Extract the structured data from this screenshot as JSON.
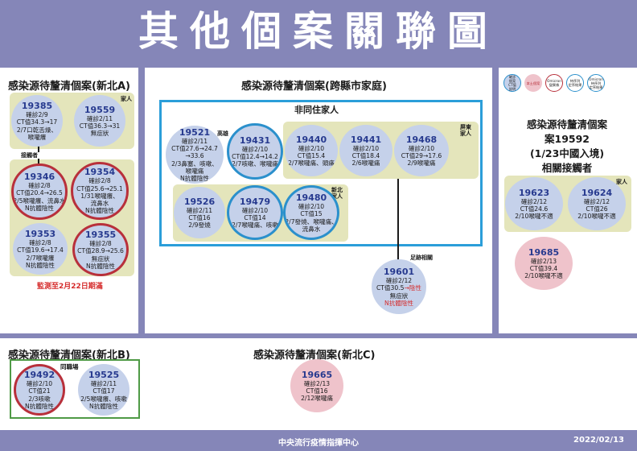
{
  "title": "其他個案關聯圖",
  "sections": {
    "a": {
      "header": "感染源待釐清個案(新北A)",
      "note": "監測至2月22日期滿",
      "family_tag": "家人",
      "contact_tag": "接觸者"
    },
    "b": {
      "header": "感染源待釐清個案(跨縣市家庭)",
      "non_cohabit": "非同住家人",
      "kaohsiung_tag": "高雄",
      "pingtung_tag": "屏東\n家人",
      "newtaipei_tag": "新北\n家人",
      "footprint_tag": "足跡相關"
    },
    "c": {
      "header": "感染源待釐清個案\n案19592\n(1/23中國入境)\n相關接觸者",
      "family_tag": "家人"
    },
    "d": {
      "header": "感染源待釐清個案(新北B)",
      "coworker_tag": "同職場"
    },
    "e": {
      "header": "感染源待釐清個案(新北C)"
    }
  },
  "legend": [
    {
      "label": "確診\n個案\nCT值\n說明",
      "color": "#c5d1ea",
      "border": "#2b90cc"
    },
    {
      "label": "本土個案",
      "color": "#efc3cb",
      "border": "#efc3cb"
    },
    {
      "label": "Omicron\n變異株",
      "color": "#ffffff",
      "border": "#b8303b"
    },
    {
      "label": "待序列\n定序結果",
      "color": "#ffffff",
      "border": "#2b90cc"
    },
    {
      "label": "Omicron\n待序列\n定序結果",
      "color": "#ffffff",
      "border": "#2b90cc"
    }
  ],
  "cases": {
    "c19385": {
      "id": "19385",
      "l1": "確診2/9",
      "l2": "CT值34.3→17",
      "l3": "2/7口乾舌燥、",
      "l4": "喉嚨癢"
    },
    "c19559": {
      "id": "19559",
      "l1": "確診2/11",
      "l2": "CT值36.3→31",
      "l3": "無症狀"
    },
    "c19346": {
      "id": "19346",
      "l1": "確診2/8",
      "l2": "CT值20.4→26.5",
      "l3": "2/5喉嚨癢、流鼻水",
      "l4": "N抗體陰性"
    },
    "c19354": {
      "id": "19354",
      "l1": "確診2/8",
      "l2": "CT值25.6→25.1",
      "l3": "1/31喉嚨癢、",
      "l4": "流鼻水",
      "l5": "N抗體陰性"
    },
    "c19353": {
      "id": "19353",
      "l1": "確診2/8",
      "l2": "CT值19.6→17.4",
      "l3": "2/7喉嚨癢",
      "l4": "N抗體陰性"
    },
    "c19355": {
      "id": "19355",
      "l1": "確診2/8",
      "l2": "CT值28.9→25.6",
      "l3": "無症狀",
      "l4": "N抗體陰性"
    },
    "c19521": {
      "id": "19521",
      "l1": "確診2/11",
      "l2": "CT值27.6→24.7",
      "l3": "→33.6",
      "l4": "2/3鼻塞、咳嗽、",
      "l5": "喉嚨痛",
      "l6": "N抗體陰性"
    },
    "c19431": {
      "id": "19431",
      "l1": "確診2/10",
      "l2": "CT值12.4→14.2",
      "l3": "2/7咳嗽、喉嚨痛"
    },
    "c19440": {
      "id": "19440",
      "l1": "確診2/10",
      "l2": "CT值15.4",
      "l3": "2/7喉嚨痛、頭痛"
    },
    "c19441": {
      "id": "19441",
      "l1": "確診2/10",
      "l2": "CT值18.4",
      "l3": "2/6喉嚨痛"
    },
    "c19468": {
      "id": "19468",
      "l1": "確診2/10",
      "l2": "CT值29→17.6",
      "l3": "2/9喉嚨痛"
    },
    "c19526": {
      "id": "19526",
      "l1": "確診2/11",
      "l2": "CT值16",
      "l3": "2/9發燒"
    },
    "c19479": {
      "id": "19479",
      "l1": "確診2/10",
      "l2": "CT值14",
      "l3": "2/7喉嚨痛、咳嗽"
    },
    "c19480": {
      "id": "19480",
      "l1": "確診2/10",
      "l2": "CT值15",
      "l3": "2/7發燒、喉嚨痛、",
      "l4": "流鼻水"
    },
    "c19601": {
      "id": "19601",
      "l1": "確診2/12",
      "l2a": "CT值30.5",
      "l2b": "→陰性",
      "l3": "無症狀",
      "l4": "N抗體陰性"
    },
    "c19623": {
      "id": "19623",
      "l1": "確診2/12",
      "l2": "CT值24.6",
      "l3": "2/10喉嚨不適"
    },
    "c19624": {
      "id": "19624",
      "l1": "確診2/12",
      "l2": "CT值26",
      "l3": "2/10喉嚨不適"
    },
    "c19685": {
      "id": "19685",
      "l1": "確診2/13",
      "l2": "CT值39.4",
      "l3": "2/10喉嚨不適"
    },
    "c19492": {
      "id": "19492",
      "l1": "確診2/10",
      "l2": "CT值21",
      "l3": "2/3咳嗽",
      "l4": "N抗體陰性"
    },
    "c19525": {
      "id": "19525",
      "l1": "確診2/11",
      "l2": "CT值17",
      "l3": "2/5喉嚨癢、咳嗽",
      "l4": "N抗體陰性"
    },
    "c19665": {
      "id": "19665",
      "l1": "確診2/13",
      "l2": "CT值16",
      "l3": "2/12喉嚨痛"
    }
  },
  "footer": {
    "center": "中央流行疫情指揮中心",
    "date": "2022/02/13"
  }
}
